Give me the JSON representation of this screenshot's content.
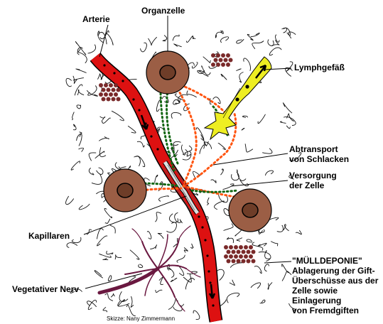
{
  "labels": {
    "arterie": "Arterie",
    "organzelle": "Organzelle",
    "lymphgefaess": "Lymphgefäß",
    "abtransport_line1": "Abtransport",
    "abtransport_line2": "von Schlacken",
    "versorgung_line1": "Versorgung",
    "versorgung_line2": "der Zelle",
    "kapillaren": "Kapillaren",
    "muelldeponie_line1": "\"MÜLLDEPONIE\"",
    "muelldeponie_line2": "Ablagerung der Gift-",
    "muelldeponie_line3": "Überschüsse aus der",
    "muelldeponie_line4": "Zelle sowie",
    "muelldeponie_line5": "Einlagerung",
    "muelldeponie_line6": "von Fremdgiften",
    "vegetativer_nerv": "Vegetativer Nerv",
    "credit": "Skizze: Nany Zimmermann"
  },
  "colors": {
    "artery": "#dd1111",
    "cell": "#9b5e45",
    "nucleus": "#6e3d28",
    "lymph": "#eeee22",
    "nerve": "#6a1840",
    "deposit": "#7a2a2a",
    "capillary_red": "#ff5511",
    "capillary_green": "#116611"
  }
}
